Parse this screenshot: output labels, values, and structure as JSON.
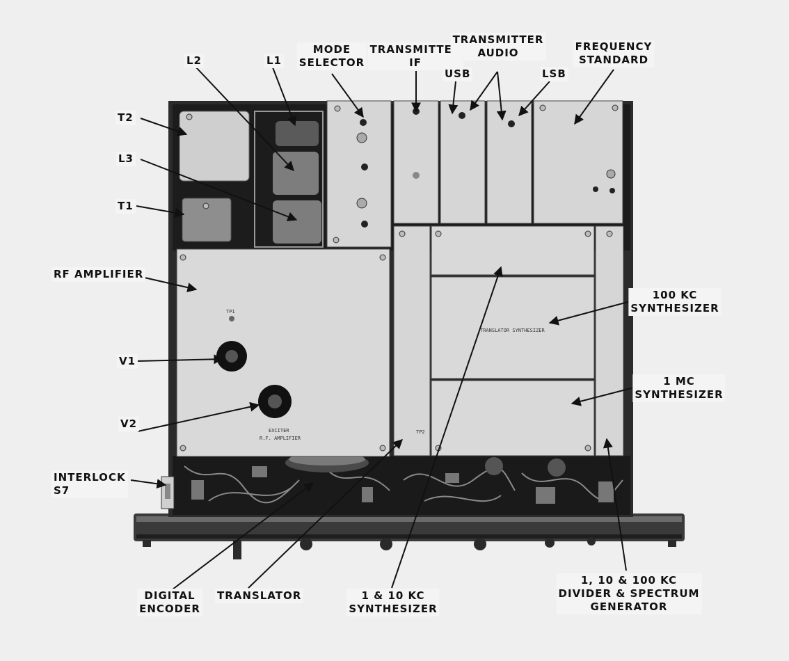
{
  "labels": {
    "t2": "T2",
    "l3": "L3",
    "t1": "T1",
    "l2": "L2",
    "l1": "L1",
    "mode_selector": [
      "MODE",
      "SELECTOR"
    ],
    "transmitter_if": [
      "TRANSMITTER",
      "IF"
    ],
    "transmitter_audio": [
      "TRANSMITTER",
      "AUDIO"
    ],
    "usb": "USB",
    "lsb": "LSB",
    "frequency_standard": [
      "FREQUENCY",
      "STANDARD"
    ],
    "rf_amplifier": "RF AMPLIFIER",
    "v1": "V1",
    "v2": "V2",
    "khz100_synthesizer": [
      "100 KC",
      "SYNTHESIZER"
    ],
    "mhz1_synthesizer": [
      "1 MC",
      "SYNTHESIZER"
    ],
    "interlock": [
      "INTERLOCK",
      "S7"
    ],
    "digital_encoder": [
      "DIGITAL",
      "ENCODER"
    ],
    "translator": "TRANSLATOR",
    "synth_1_10": [
      "1 & 10 KC",
      "SYNTHESIZER"
    ],
    "divider": [
      "1, 10 & 100 KC",
      "DIVIDER & SPECTRUM",
      "GENERATOR"
    ]
  },
  "panel_text": {
    "rf_amp_name_1": "EXCITER",
    "rf_amp_name_2": "R.F. AMPLIFIER",
    "translator_synth": "TRANSLATOR SYNTHESIZER",
    "tp1": "TP1",
    "tp2": "TP2"
  }
}
